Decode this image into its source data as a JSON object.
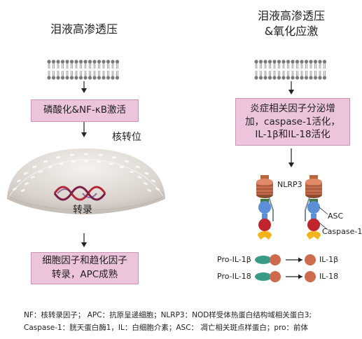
{
  "left": {
    "title": "泪液高渗透压",
    "box1": "磷酸化&NF-κB激活",
    "nuclear_translocation": "核转位",
    "transcription": "转录",
    "box2_line1": "细胞因子和趋化因子",
    "box2_line2": "转录，APC成熟"
  },
  "right": {
    "title_line1": "泪液高渗透压",
    "title_line2": "&氧化应激",
    "box_line1": "炎症相关因子分泌增",
    "box_line2": "加，caspase-1活化，",
    "box_line3": "IL-1β和IL-18活化",
    "nlrp3_label": "NLRP3",
    "asc_label": "ASC",
    "caspase_label": "Caspase-1",
    "pro_il1b": "Pro-IL-1β",
    "il1b": "IL-1β",
    "pro_il18": "Pro-IL-18",
    "il18": "IL-18"
  },
  "footer": {
    "line1": "NF：核转录因子；  APC：抗原呈递细胞；NLRP3：NOD样受体热蛋白结构域相关蛋白3;",
    "line2": "Caspase-1：胱天蛋白酶1，IL：白细胞介素；ASC：  凋亡相关斑点样蛋白；pro：前体"
  },
  "colors": {
    "box_fill": "#ecc4dc",
    "nlrp3_brown": "#c66a4c",
    "asc_blue": "#5b8fd6",
    "caspase_red": "#c0252e",
    "caspase_yellow": "#f3b51c",
    "pro_teal": "#3a9b86",
    "mature_orange": "#d06a4c"
  }
}
